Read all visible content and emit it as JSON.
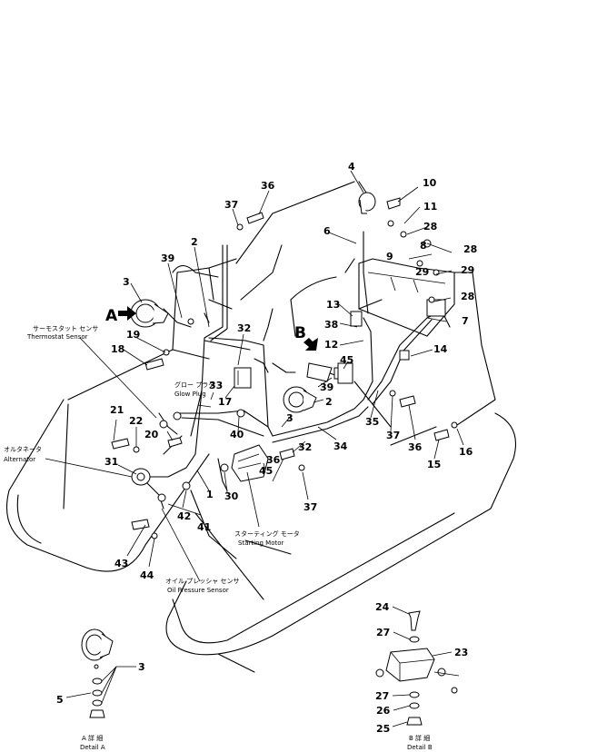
{
  "parts": {
    "p1": "1",
    "p2": "2",
    "p3": "3",
    "p4": "4",
    "p5": "5",
    "p6": "6",
    "p7": "7",
    "p8": "8",
    "p9": "9",
    "p10": "10",
    "p11": "11",
    "p12": "12",
    "p13": "13",
    "p14": "14",
    "p15": "15",
    "p16": "16",
    "p17": "17",
    "p18": "18",
    "p19": "19",
    "p20": "20",
    "p21": "21",
    "p22": "22",
    "p23": "23",
    "p24": "24",
    "p25": "25",
    "p26": "26",
    "p27": "27",
    "p28": "28",
    "p29": "29",
    "p30": "30",
    "p31": "31",
    "p32": "32",
    "p33": "33",
    "p34": "34",
    "p35": "35",
    "p36": "36",
    "p37": "37",
    "p38": "38",
    "p39": "39",
    "p40": "40",
    "p41": "41",
    "p42": "42",
    "p43": "43",
    "p44": "44",
    "p45": "45"
  },
  "views": {
    "a": "A",
    "b": "B"
  },
  "labels": {
    "thermostat_jp": "サーモスタット センサ",
    "thermostat": "Thermostat Sensor",
    "glow_jp": "グロー プラグ",
    "glow": "Glow Plug",
    "alternator_jp": "オルタネータ",
    "alternator": "Alternator",
    "starting_jp": "スターティング モータ",
    "starting": "Starting Motor",
    "oil_jp": "オイル プレッシャ センサ",
    "oil": "Oil Pressure Sensor",
    "detail_a_jp": "A 詳 細",
    "detail_a": "Detail A",
    "detail_b_jp": "B 詳 細",
    "detail_b": "Detail B"
  }
}
